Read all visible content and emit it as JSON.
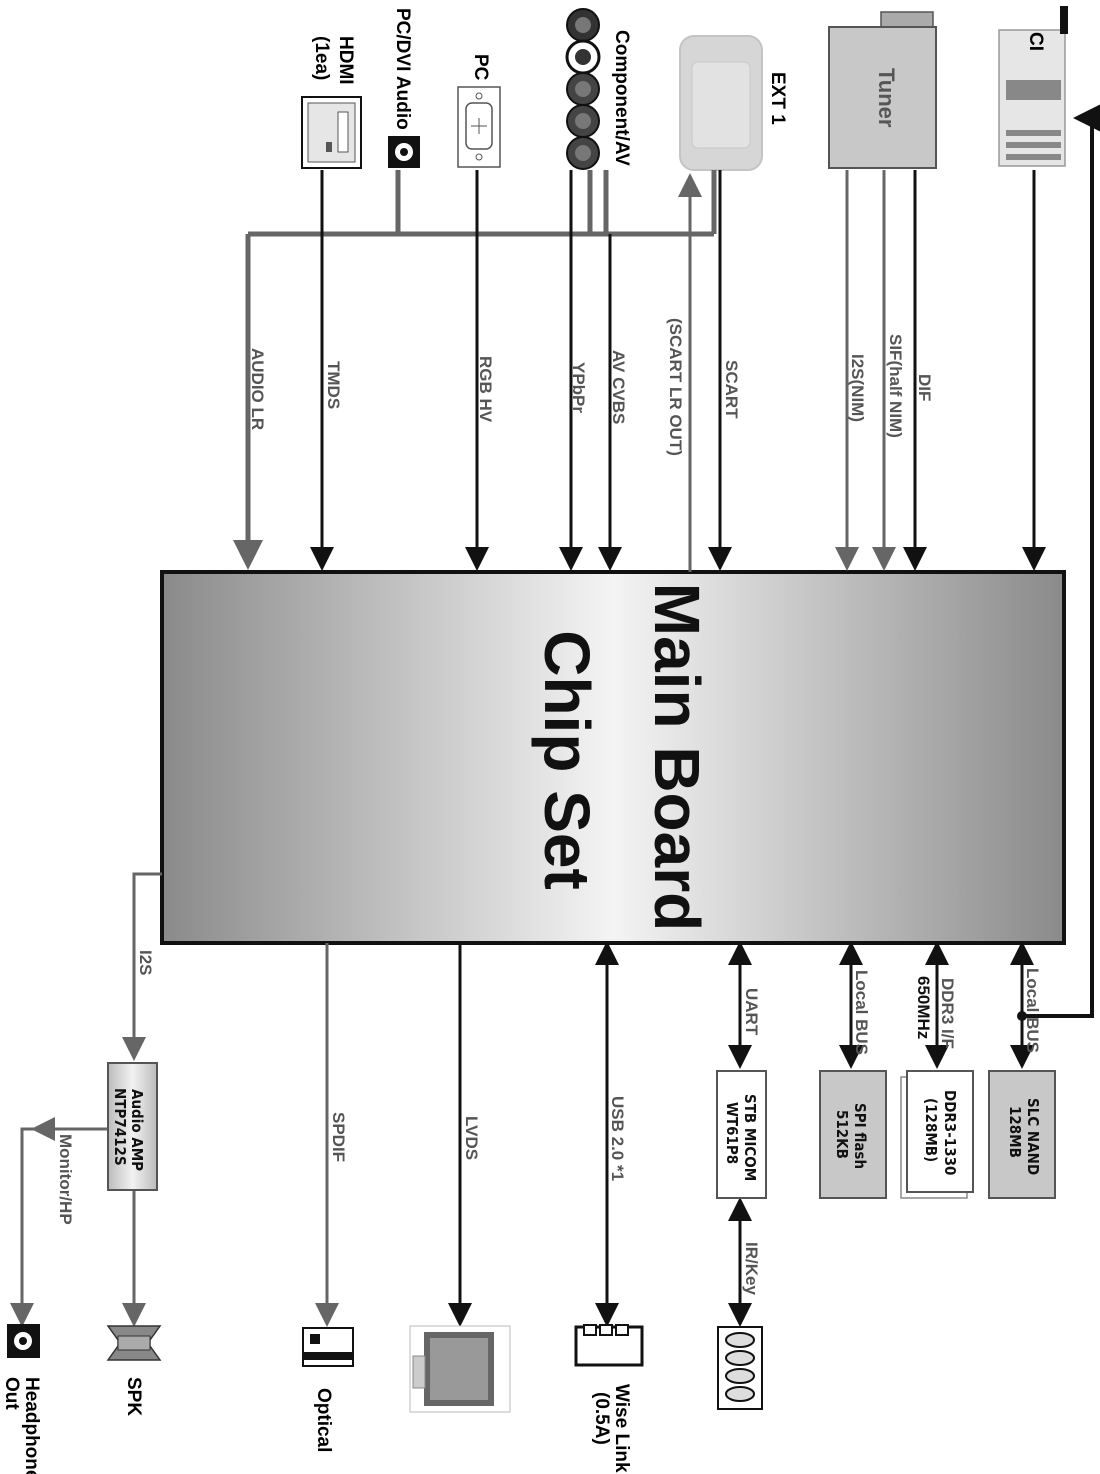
{
  "main_chip": {
    "line1": "Main Board",
    "line2": "Chip Set"
  },
  "inputs": {
    "hdmi": {
      "label1": "HDMI",
      "label2": "(1ea)"
    },
    "pc_dvi_audio": {
      "label": "PC/DVI Audio"
    },
    "pc": {
      "label": "PC"
    },
    "component_av": {
      "label": "Component/AV"
    },
    "ext1": {
      "label": "EXT 1"
    },
    "tuner": {
      "label": "Tuner"
    },
    "ci": {
      "label": "CI"
    }
  },
  "signals_in": {
    "audio_lr": "AUDIO LR",
    "tmds": "TMDS",
    "rgb_hv": "RGB HV",
    "ypbpr": "YPbPr",
    "av_cvbs": "AV CVBS",
    "scart_lr_out": "(SCART LR OUT)",
    "scart": "SCART",
    "i2s_nim": "I2S(NIM)",
    "sif": "SIF(half  NIM)",
    "dif": "DIF"
  },
  "signals_out": {
    "i2s": "I2S",
    "spdif": "SPDIF",
    "lvds": "LVDS",
    "usb": "USB 2.0 *1",
    "uart": "UART",
    "local_bus_1": "Local BUS",
    "ddr3_if_1": "DDR3 I/F",
    "ddr3_if_2": "650MHz",
    "local_bus_2": "Local BUS",
    "ir_key": "IR/Key",
    "monitor_hp": "Monitor/HP"
  },
  "boxes": {
    "audio_amp": {
      "line1": "Audio AMP",
      "line2": "NTP7412S"
    },
    "stb_micom": {
      "line1": "STB MICOM",
      "line2": "WT61P8"
    },
    "spi_flash": {
      "line1": "SPI flash",
      "line2": "512KB"
    },
    "ddr3": {
      "line1": "DDR3-1330",
      "line2": "(128MB)"
    },
    "slc_nand": {
      "line1": "SLC NAND",
      "line2": "128MB"
    }
  },
  "outputs": {
    "headphone": {
      "line1": "Headphone",
      "line2": "Out"
    },
    "spk": "SPK",
    "optical": "Optical",
    "wise_link": {
      "line1": "Wise Link",
      "line2": "(0.5A)"
    }
  },
  "colors": {
    "wire_dark": "#111111",
    "wire_grey": "#666666",
    "box_grey": "#c8c8c8",
    "chip_light": "#f2f2f2",
    "chip_dark": "#8a8a8a"
  }
}
